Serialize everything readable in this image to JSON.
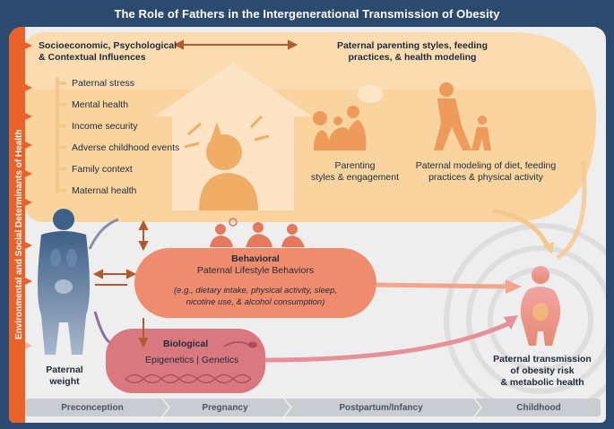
{
  "title": "The Role of Fathers in the Intergenerational Transmission of Obesity",
  "side_label": "Environmental and Social Determinants of Health",
  "contextual": {
    "heading_line1": "Socioeconomic, Psychological",
    "heading_line2": "& Contextual Influences",
    "items": [
      "Paternal stress",
      "Mental health",
      "Income security",
      "Adverse childhood events",
      "Family context",
      "Maternal health"
    ]
  },
  "parenting": {
    "heading_line1": "Paternal parenting styles, feeding",
    "heading_line2": "practices, & health modeling",
    "styles_line1": "Parenting",
    "styles_line2": "styles & engagement",
    "modeling_line1": "Paternal modeling of diet, feeding",
    "modeling_line2": "practices & physical activity"
  },
  "behavioral": {
    "heading": "Behavioral",
    "subheading": "Paternal Lifestyle Behaviors",
    "examples_line1": "(e.g., dietary intake, physical activity, sleep,",
    "examples_line2": "nicotine use, & alcohol consumption)"
  },
  "biological": {
    "heading": "Biological",
    "subheading": "Epigenetics | Genetics"
  },
  "father": {
    "line1": "Paternal",
    "line2": "weight"
  },
  "child": {
    "line1": "Paternal transmission",
    "line2": "of obesity risk",
    "line3": "& metabolic health"
  },
  "timeline": [
    "Preconception",
    "Pregnancy",
    "Postpartum/Infancy",
    "Childhood"
  ],
  "colors": {
    "frame": "#2c4a6e",
    "side_band": "#e8622a",
    "contextual_fill": "#f9d49f",
    "behavioral_fill": "#ef8c6e",
    "biological_fill": "#d9787f",
    "timeline_fill": "#c9ccd0",
    "figure_blue": "#3e5f86"
  }
}
